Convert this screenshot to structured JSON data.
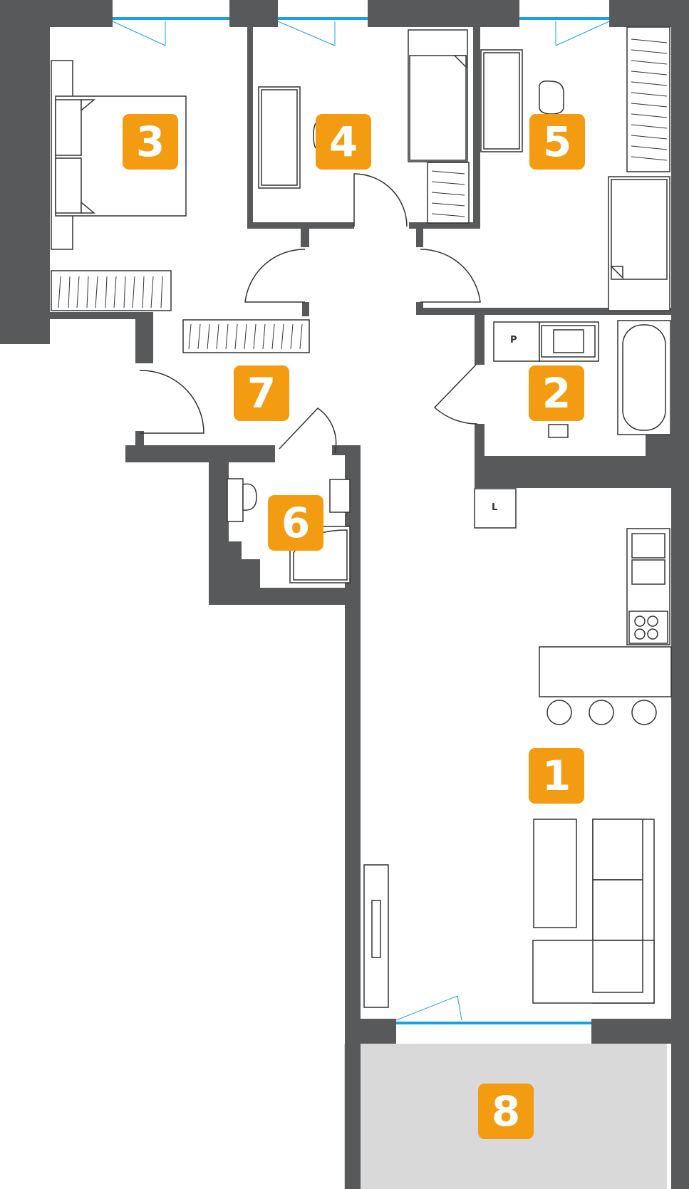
{
  "colors": {
    "wall": "#58595B",
    "window": "#1BA1E2",
    "label_bg": "#F39C12",
    "label_fg": "#FFFFFF",
    "balcony": "#D9D9D9",
    "furniture": "#333333"
  },
  "rooms": [
    {
      "id": "1",
      "name": "living-kitchen"
    },
    {
      "id": "2",
      "name": "bathroom"
    },
    {
      "id": "3",
      "name": "bedroom"
    },
    {
      "id": "4",
      "name": "room"
    },
    {
      "id": "5",
      "name": "room"
    },
    {
      "id": "6",
      "name": "wc"
    },
    {
      "id": "7",
      "name": "hall"
    },
    {
      "id": "8",
      "name": "balcony"
    }
  ],
  "appliance_tags": {
    "boiler": "P",
    "laundry": "L"
  }
}
